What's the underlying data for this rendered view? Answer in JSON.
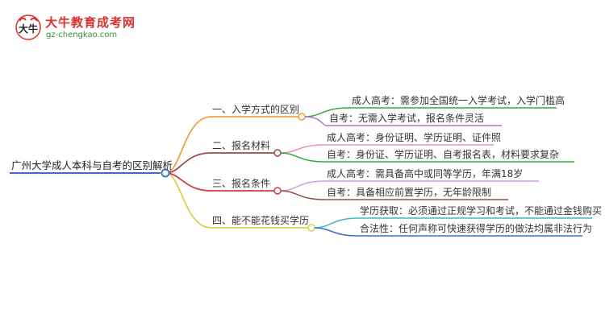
{
  "logo": {
    "title": "大牛教育成考网",
    "url": "gz-chengkao.com",
    "mark_text": "大牛"
  },
  "root": "广州大学成人本科与自考的区别解析",
  "branches": [
    {
      "label": "一、入学方式的区别",
      "color": "#f0a03c",
      "leaves": [
        {
          "text": "成人高考：需参加全国统一入学考试，入学门槛高",
          "color": "#3aa83a"
        },
        {
          "text": "自考：无需入学考试，报名条件灵活",
          "color": "#b36fd1"
        }
      ]
    },
    {
      "label": "二、报名材料",
      "color": "#9a4a48",
      "leaves": [
        {
          "text": "成人高考：身份证明、学历证明、证件照",
          "color": "#f08cc0"
        },
        {
          "text": "自考：身份证、学历证明、自考报名表，材料要求复杂",
          "color": "#3aa83a"
        }
      ]
    },
    {
      "label": "三、报名条件",
      "color": "#d63a3a",
      "leaves": [
        {
          "text": "成人高考：需具备高中或同等学历，年满18岁",
          "color": "#c9a0e0"
        },
        {
          "text": "自考：具备相应前置学历，无年龄限制",
          "color": "#9a4a48"
        }
      ]
    },
    {
      "label": "四、能不能花钱买学历",
      "color": "#d8d44a",
      "leaves": [
        {
          "text": "学历获取：必须通过正规学习和考试，不能通过金钱购买",
          "color": "#3fb8c8"
        },
        {
          "text": "合法性：任何声称可快速获得学历的做法均属非法行为",
          "color": "#3a6fc8"
        }
      ]
    }
  ],
  "root_color": "#3a6fc8"
}
